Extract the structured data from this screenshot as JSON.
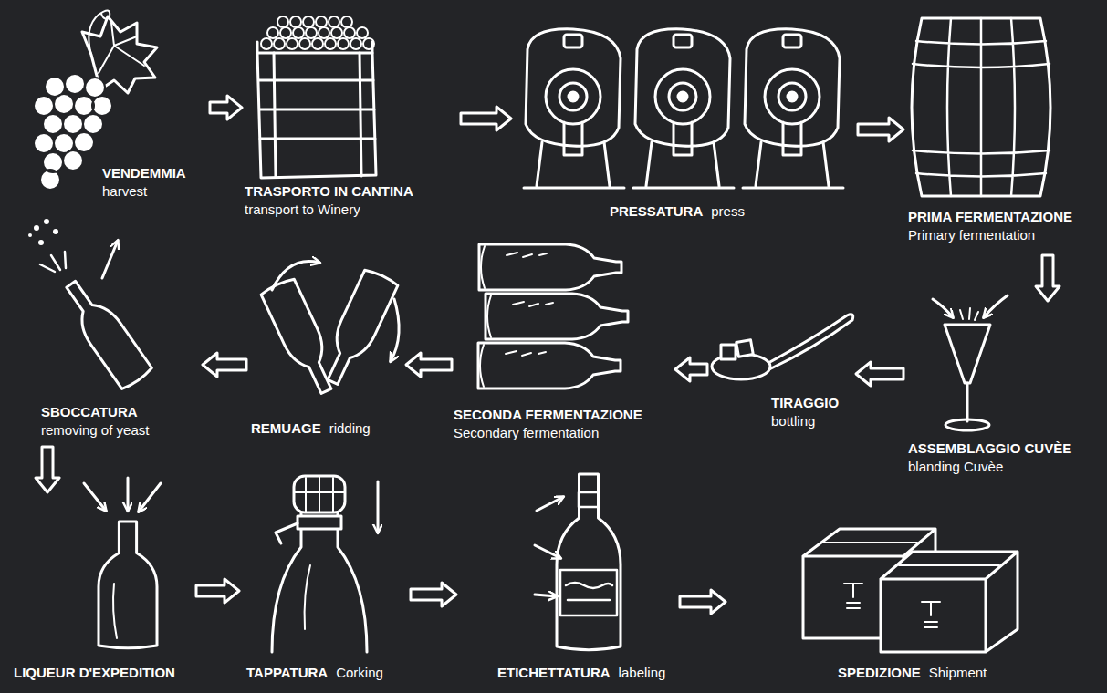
{
  "diagram": {
    "nodes": [
      {
        "text": [
          "VENDEMMIA",
          "harvest"
        ]
      },
      {
        "text": [
          "TRASPORTO IN CANTINA",
          "transport to Winery"
        ]
      },
      {
        "text": [
          "PRESSATURA",
          "press"
        ]
      },
      {
        "text": [
          "PRIMA FERMENTAZIONE",
          "Primary fermentation"
        ]
      },
      {
        "text": [
          "ASSEMBLAGGIO CUVÈE",
          "blanding Cuvèe"
        ]
      },
      {
        "text": [
          "TIRAGGIO",
          "bottling"
        ]
      },
      {
        "text": [
          "SECONDA FERMENTAZIONE",
          "Secondary fermentation"
        ]
      },
      {
        "text": [
          "REMUAGE",
          "ridding"
        ]
      },
      {
        "text": [
          "SBOCCATURA",
          "removing of yeast"
        ]
      },
      {
        "text": [
          "LIQUEUR D'EXPEDITION"
        ]
      },
      {
        "text": [
          "TAPPATURA",
          "Corking"
        ]
      },
      {
        "text": [
          "ETICHETTATURA",
          "labeling"
        ]
      },
      {
        "text": [
          "SPEDIZIONE",
          "Shipment"
        ]
      }
    ],
    "edges": [
      {
        "from": 0,
        "to": 1,
        "arrow": "to"
      },
      {
        "from": 1,
        "to": 2,
        "arrow": "to"
      },
      {
        "from": 2,
        "to": 3,
        "arrow": "to"
      },
      {
        "from": 3,
        "to": 4,
        "arrow": "to"
      },
      {
        "from": 4,
        "to": 5,
        "arrow": "to"
      },
      {
        "from": 5,
        "to": 6,
        "arrow": "to"
      },
      {
        "from": 6,
        "to": 7,
        "arrow": "to"
      },
      {
        "from": 7,
        "to": 8,
        "arrow": "to"
      },
      {
        "from": 8,
        "to": 9,
        "arrow": "to"
      },
      {
        "from": 9,
        "to": 10,
        "arrow": "to"
      },
      {
        "from": 10,
        "to": 11,
        "arrow": "to"
      },
      {
        "from": 11,
        "to": 12,
        "arrow": "to"
      }
    ]
  }
}
